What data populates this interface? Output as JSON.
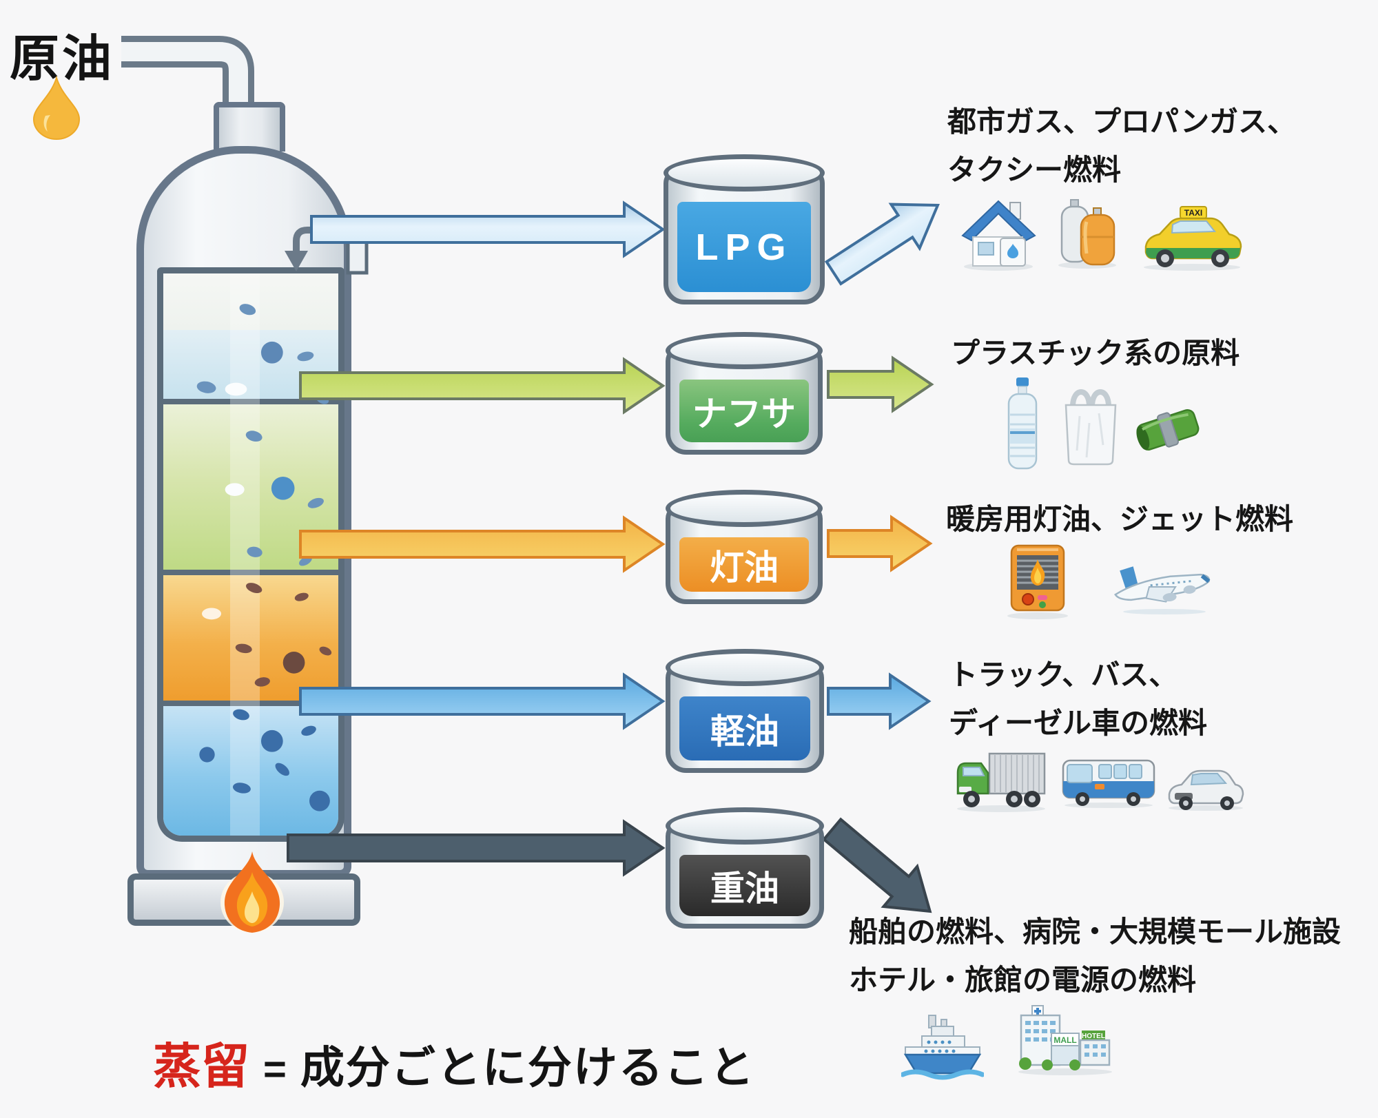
{
  "crude_oil": {
    "label": "原油"
  },
  "fractions": [
    {
      "name": "LPG",
      "barrel_color": "#2f96d8",
      "arrow_color": "#cfe7f7",
      "uses": [
        "都市ガス、プロパンガス、",
        "タクシー燃料"
      ],
      "icons": [
        "house-icon",
        "gas-cylinders-icon",
        "taxi-icon"
      ]
    },
    {
      "name": "ナフサ",
      "barrel_color": "#5bac60",
      "arrow_color": "#c8dc67",
      "uses": [
        "プラスチック系の原料"
      ],
      "icons": [
        "plastic-bottle-icon",
        "plastic-bag-icon",
        "plastic-pipe-icon"
      ]
    },
    {
      "name": "灯油",
      "barrel_color": "#ee9a30",
      "arrow_color": "#f5c14b",
      "uses": [
        "暖房用灯油、ジェット燃料"
      ],
      "icons": [
        "heater-icon",
        "airplane-icon"
      ]
    },
    {
      "name": "軽油",
      "barrel_color": "#2f74bd",
      "arrow_color": "#7fc3ee",
      "uses": [
        "トラック、バス、",
        "ディーゼル車の燃料"
      ],
      "icons": [
        "truck-icon",
        "bus-icon",
        "car-icon"
      ]
    },
    {
      "name": "重油",
      "barrel_color": "#3a3a3a",
      "arrow_color": "#4d5f6d",
      "uses": [
        "船舶の燃料、病院・大規模モール施設",
        "ホテル・旅館の電源の燃料"
      ],
      "icons": [
        "ship-icon",
        "buildings-icon"
      ]
    }
  ],
  "icon_texts": {
    "taxi_sign": "TAXI",
    "mall_sign": "MALL",
    "hotel_sign": "HOTEL"
  },
  "formula": {
    "term": "蒸留",
    "equals": "=",
    "definition": "成分ごとに分けること",
    "term_color": "#d6251c"
  }
}
